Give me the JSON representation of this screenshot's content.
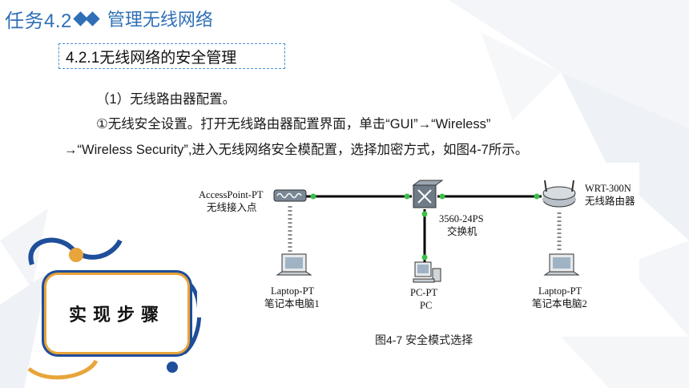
{
  "header": {
    "task": "任务4.2",
    "subtitle": "管理无线网络"
  },
  "section": {
    "label": "4.2.1无线网络的安全管理"
  },
  "body": {
    "line1": "（1）无线路由器配置。",
    "line2": "①无线安全设置。打开无线路由器配置界面，单击“GUI”→“Wireless”",
    "line3": "→“Wireless Security”,进入无线网络安全模配置，选择加密方式，如图4-7所示。"
  },
  "figure": {
    "caption": "图4-7 安全模式选择",
    "ap_name": "AccessPoint-PT",
    "ap_desc": "无线接入点",
    "switch_model": "3560-24PS",
    "switch_desc": "交换机",
    "router_model": "WRT-300N",
    "router_desc": "无线路由器",
    "laptop1_model": "Laptop-PT",
    "laptop1_desc": "笔记本电脑1",
    "pc_model": "PC-PT",
    "pc_desc": "PC",
    "laptop2_model": "Laptop-PT",
    "laptop2_desc": "笔记本电脑2"
  },
  "steps_card": {
    "label": "实现步骤"
  },
  "colors": {
    "accent": "#2f6fb6",
    "card_border_orange": "#e8a53a",
    "card_border_blue": "#1f4e9a",
    "link_green": "#3bbf4a"
  }
}
